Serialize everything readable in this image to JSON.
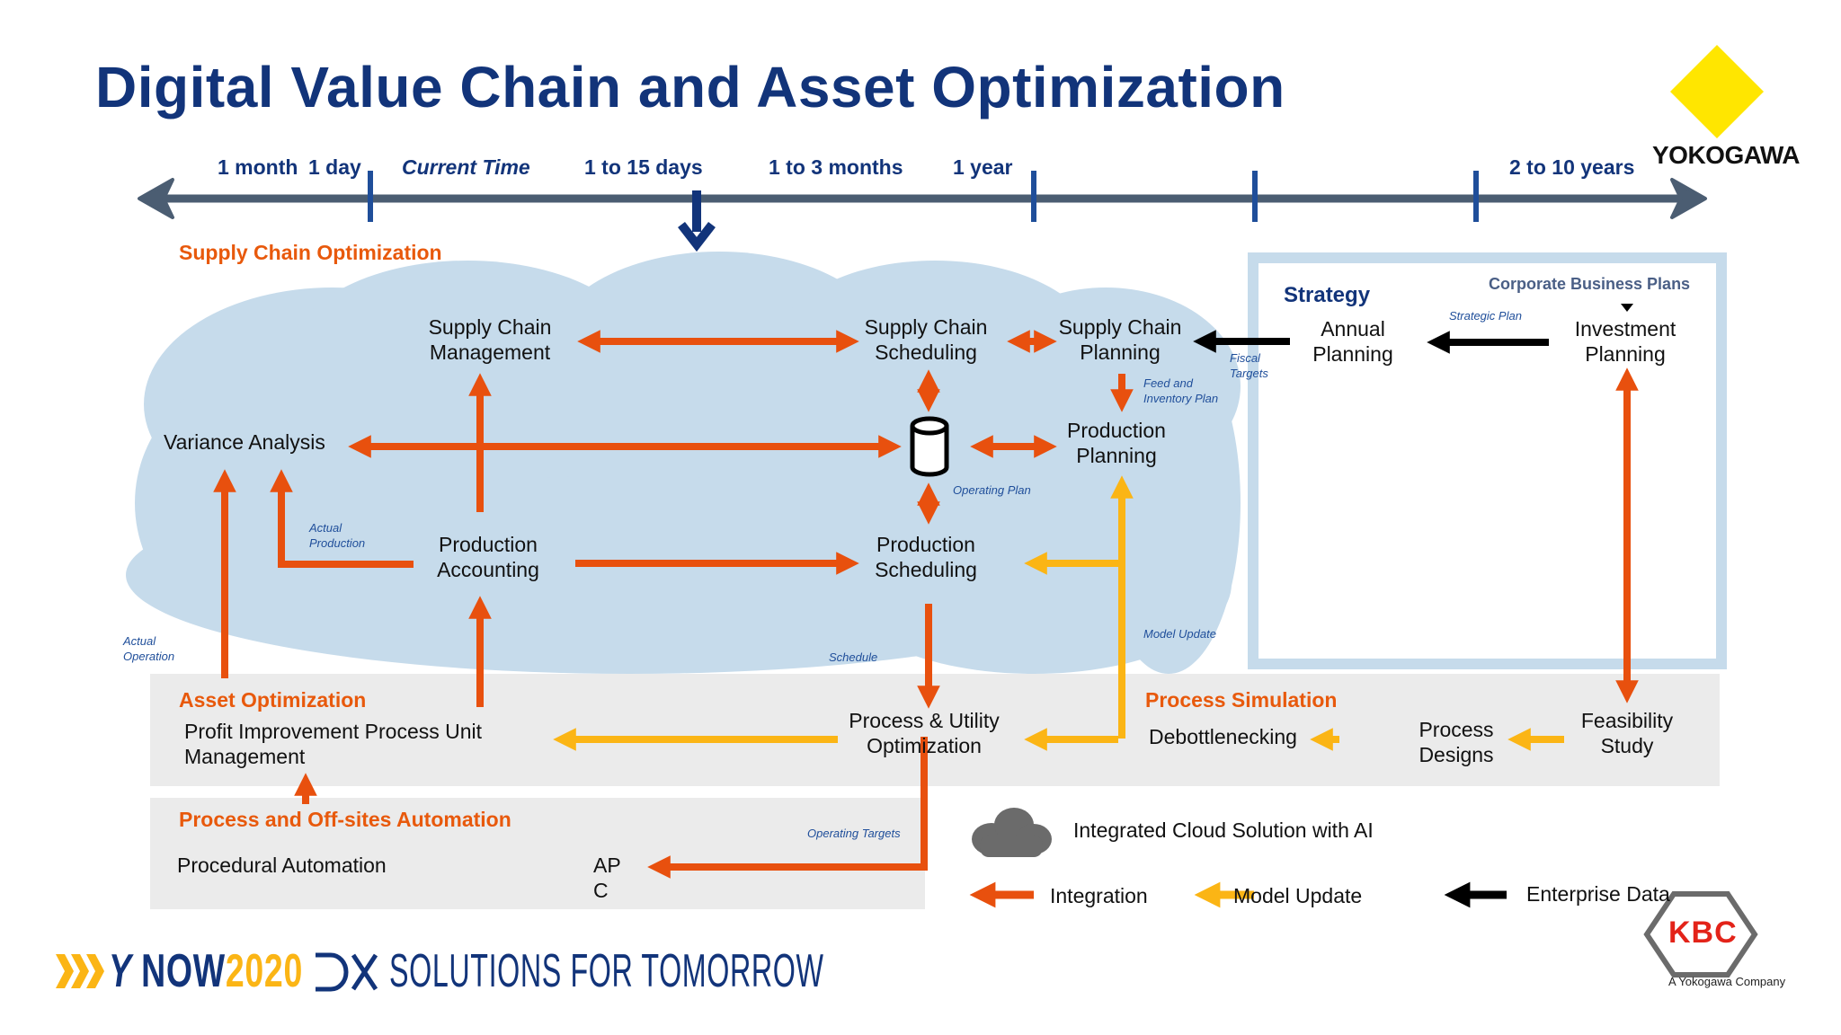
{
  "title": "Digital Value Chain and Asset Optimization",
  "timeline": {
    "labels": [
      "1 month",
      "1 day",
      "Current Time",
      "1 to 15 days",
      "1 to 3 months",
      "1 year",
      "2 to 10 years"
    ]
  },
  "sections": {
    "supply_chain_optimization": "Supply Chain Optimization",
    "asset_optimization": "Asset Optimization",
    "process_simulation": "Process Simulation",
    "process_offsites_automation": "Process and Off-sites Automation",
    "strategy": "Strategy",
    "corporate_business_plans": "Corporate Business Plans"
  },
  "nodes": {
    "supply_chain_management": [
      "Supply Chain",
      "Management"
    ],
    "supply_chain_scheduling": [
      "Supply Chain",
      "Scheduling"
    ],
    "supply_chain_planning": [
      "Supply Chain",
      "Planning"
    ],
    "annual_planning": [
      "Annual",
      "Planning"
    ],
    "investment_planning": [
      "Investment",
      "Planning"
    ],
    "variance_analysis": "Variance Analysis",
    "production_planning": [
      "Production",
      "Planning"
    ],
    "production_accounting": [
      "Production",
      "Accounting"
    ],
    "production_scheduling": [
      "Production",
      "Scheduling"
    ],
    "profit_improvement": [
      "Profit Improvement Process Unit",
      "Management"
    ],
    "process_utility_optimization": [
      "Process & Utility",
      "Optimization"
    ],
    "debottlenecking": "Debottlenecking",
    "process_designs": [
      "Process",
      "Designs"
    ],
    "feasibility_study": [
      "Feasibility",
      "Study"
    ],
    "procedural_automation": "Procedural Automation",
    "apc": [
      "AP",
      "C"
    ]
  },
  "annotations": {
    "fiscal_targets": [
      "Fiscal",
      "Targets"
    ],
    "strategic_plan": "Strategic Plan",
    "feed_inventory_plan": [
      "Feed and",
      "Inventory Plan"
    ],
    "operating_plan": "Operating Plan",
    "actual_production": [
      "Actual",
      "Production"
    ],
    "actual_operation": [
      "Actual",
      "Operation"
    ],
    "schedule": "Schedule",
    "model_update": "Model Update",
    "operating_targets": "Operating Targets"
  },
  "legend": {
    "cloud": "Integrated Cloud Solution with AI",
    "integration": "Integration",
    "model_update": "Model Update",
    "enterprise_data": "Enterprise Data"
  },
  "branding": {
    "yokogawa": "YOKOGAWA",
    "kbc": "KBC",
    "kbc_sub": "A Yokogawa Company",
    "footer_now_prefix": "NOW",
    "footer_now_year": "2020",
    "footer_dx": "SOLUTIONS FOR TOMORROW"
  },
  "colors": {
    "integration": "#e8500e",
    "model_update": "#fbb515",
    "enterprise": "#000000",
    "title_blue": "#12347a",
    "cloud": "#c6dbeb",
    "grey_band": "#ebebeb"
  }
}
